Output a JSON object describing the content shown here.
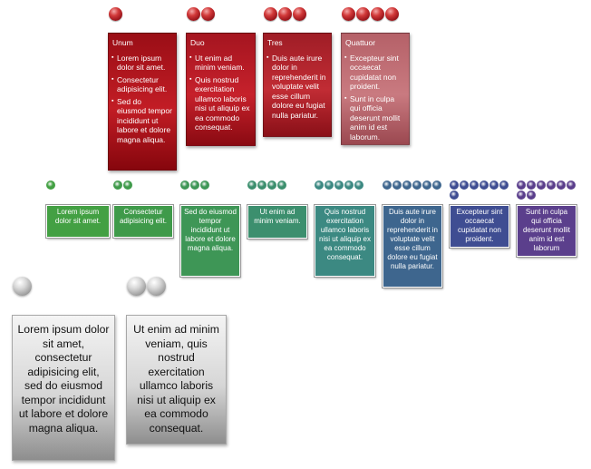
{
  "top_row": [
    {
      "dots": 1,
      "title": "Unum",
      "items": [
        "Lorem ipsum dolor sit amet.",
        "Consectetur adipisicing elit.",
        "Sed do eiusmod tempor incididunt ut labore et dolore magna aliqua."
      ]
    },
    {
      "dots": 2,
      "title": "Duo",
      "items": [
        "Ut enim ad minim veniam.",
        "Quis nostrud exercitation ullamco laboris nisi ut aliquip ex ea commodo consequat."
      ]
    },
    {
      "dots": 3,
      "title": "Tres",
      "items": [
        "Duis aute irure dolor in reprehenderit in voluptate velit esse cillum dolore eu fugiat nulla pariatur."
      ]
    },
    {
      "dots": 4,
      "title": "Quattuor",
      "items": [
        "Excepteur sint occaecat cupidatat non proident.",
        "Sunt in culpa qui officia deserunt mollit anim id est laborum."
      ]
    }
  ],
  "middle_row": [
    {
      "dots": 1,
      "color": "#43a043",
      "text": "Lorem ipsum dolor sit amet."
    },
    {
      "dots": 2,
      "color": "#3f9a4a",
      "text": "Consectetur adipisicing elit."
    },
    {
      "dots": 3,
      "color": "#3e9656",
      "text": "Sed do eiusmod tempor incididunt ut labore et dolore magna aliqua."
    },
    {
      "dots": 4,
      "color": "#3c8f6e",
      "text": "Ut enim ad minim veniam."
    },
    {
      "dots": 5,
      "color": "#3c8982",
      "text": "Quis nostrud exercitation ullamco laboris nisi ut aliquip ex ea commodo consequat."
    },
    {
      "dots": 6,
      "color": "#3e668e",
      "text": "Duis aute irure dolor in reprehenderit in voluptate velit esse cillum dolore eu fugiat nulla pariatur."
    },
    {
      "dots": 7,
      "color": "#3f4d92",
      "text": "Excepteur sint occaecat cupidatat non proident."
    },
    {
      "dots": 8,
      "color": "#5b3f8c",
      "text": "Sunt in culpa qui officia deserunt mollit anim id est laborum"
    }
  ],
  "bottom_row": [
    {
      "dots": 1,
      "text": "Lorem ipsum dolor sit amet, consectetur adipisicing elit, sed do eiusmod tempor incididunt ut labore et dolore magna aliqua."
    },
    {
      "dots": 2,
      "text": "Ut enim ad minim veniam, quis nostrud exercitation ullamco laboris nisi ut aliquip ex ea commodo consequat."
    }
  ]
}
